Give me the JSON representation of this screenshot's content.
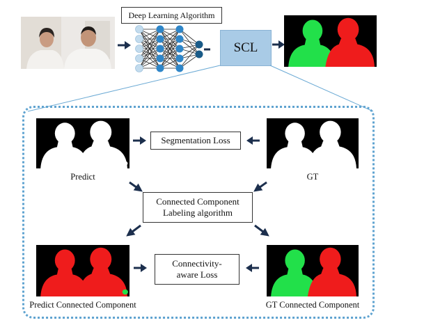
{
  "header": {
    "algorithm_label": "Deep Learning Algorithm",
    "scl_label": "SCL"
  },
  "detail": {
    "segmentation_loss": "Segmentation Loss",
    "ccl_line1": "Connected Component",
    "ccl_line2": "Labeling  algorithm",
    "conn_line1": "Connectivity-",
    "conn_line2": "aware Loss",
    "predict_caption": "Predict",
    "gt_caption": "GT",
    "predict_cc_caption": "Predict Connected Component",
    "gt_cc_caption": "GT Connected Component"
  },
  "colors": {
    "arrow": "#1c2f4d",
    "scl_fill": "#a9cbe6",
    "dashed_border": "#5fa3d0",
    "node_light": "#c3dcee",
    "node_mid": "#2f86c8",
    "node_dark": "#1a5b88",
    "mask_white": "#ffffff",
    "mask_black": "#000000",
    "component_green": "#22e04a",
    "component_red": "#ef1c1c"
  },
  "icons": {
    "arrow": "right-arrow-icon",
    "network": "neural-network-icon",
    "photo": "photo-thumbnail"
  }
}
